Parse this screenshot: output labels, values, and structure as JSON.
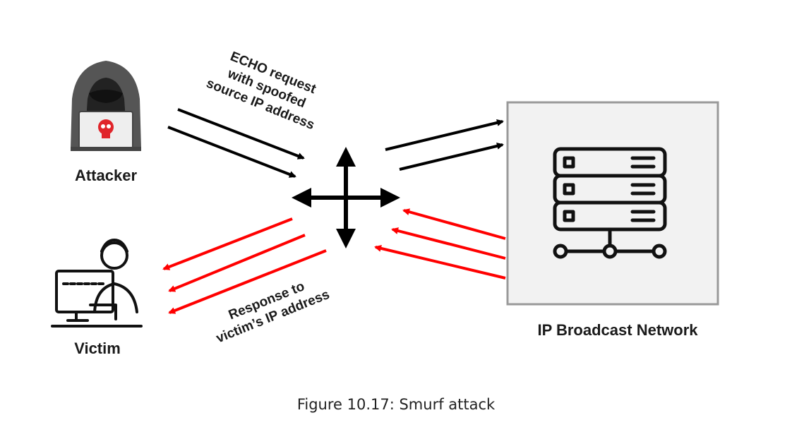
{
  "labels": {
    "attacker": "Attacker",
    "victim": "Victim",
    "network": "IP Broadcast Network",
    "request_line1": "ECHO request",
    "request_line2": "with spoofed",
    "request_line3": "source IP address",
    "response_line1": "Response to",
    "response_line2": "victim’s IP address"
  },
  "caption": "Figure 10.17: Smurf attack",
  "icons": {
    "attacker": "hooded-hacker-laptop-skull-icon",
    "victim": "person-at-computer-icon",
    "router": "four-way-arrow-icon",
    "network": "server-rack-icon"
  },
  "colors": {
    "request_arrows": "#000000",
    "response_arrows": "#ff0000",
    "network_border": "#999999",
    "network_fill": "#f2f2f2",
    "skull": "#e0242a"
  }
}
